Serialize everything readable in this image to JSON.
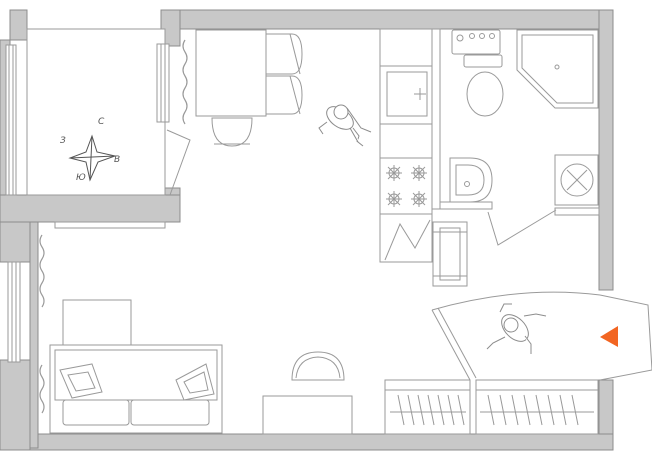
{
  "floor_plan": {
    "colors": {
      "wall": "#c8c8c8",
      "wall_stroke": "#8c8c8c",
      "line": "#9a9a9a",
      "window": "#d9d9d9",
      "marker": "#f26522"
    },
    "compass": {
      "north": "С",
      "east": "В",
      "south": "Ю",
      "west": "З"
    },
    "icons": {
      "marker": "orange-triangle-icon",
      "compass": "compass-rose-icon"
    }
  }
}
